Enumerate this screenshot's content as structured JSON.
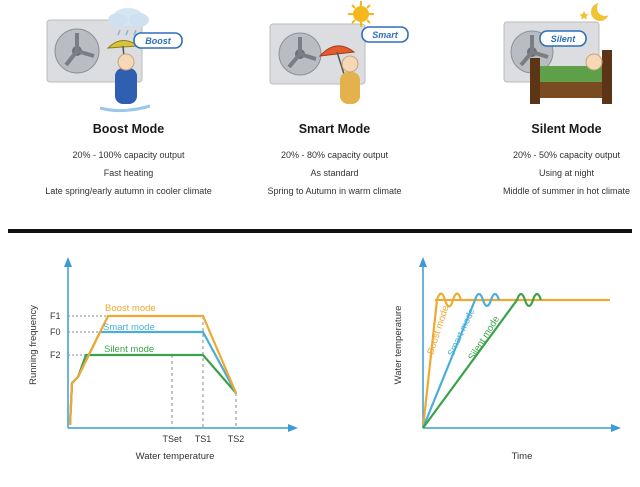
{
  "modes": [
    {
      "badge": "Boost",
      "title": "Boost Mode",
      "lines": [
        "20% - 100% capacity output",
        "Fast heating",
        "Late spring/early autumn in cooler climate"
      ]
    },
    {
      "badge": "Smart",
      "title": "Smart Mode",
      "lines": [
        "20% - 80% capacity output",
        "As standard",
        "Spring to Autumn in warm climate"
      ]
    },
    {
      "badge": "Silent",
      "title": "Silent Mode",
      "lines": [
        "20% - 50% capacity output",
        "Using at night",
        "Middle of summer in hot climate"
      ]
    }
  ],
  "icons": [
    "rain-cloud-icon",
    "sun-icon",
    "moon-icon",
    "heat-pump-icon"
  ],
  "colors": {
    "boost": "#f0a830",
    "smart": "#4aaed8",
    "silent": "#3aa24a",
    "axis": "#3c9bd6",
    "guide": "#888888"
  },
  "chart_data": [
    {
      "type": "line",
      "xlabel": "Water temperature",
      "ylabel": "Running frequency",
      "y_ticks": [
        "F1",
        "F0",
        "F2"
      ],
      "x_ticks": [
        "TSet",
        "TS1",
        "TS2"
      ],
      "series": [
        {
          "name": "Boost mode",
          "color": "#f0a830",
          "level": "F1"
        },
        {
          "name": "Smart mode",
          "color": "#4aaed8",
          "level": "F0"
        },
        {
          "name": "Silent mode",
          "color": "#3aa24a",
          "level": "F2"
        }
      ]
    },
    {
      "type": "line",
      "xlabel": "Time",
      "ylabel": "Water temperature",
      "series": [
        {
          "name": "Boost mode",
          "color": "#f0a830"
        },
        {
          "name": "Smart mode",
          "color": "#4aaed8"
        },
        {
          "name": "Silent mode",
          "color": "#3aa24a"
        }
      ]
    }
  ]
}
